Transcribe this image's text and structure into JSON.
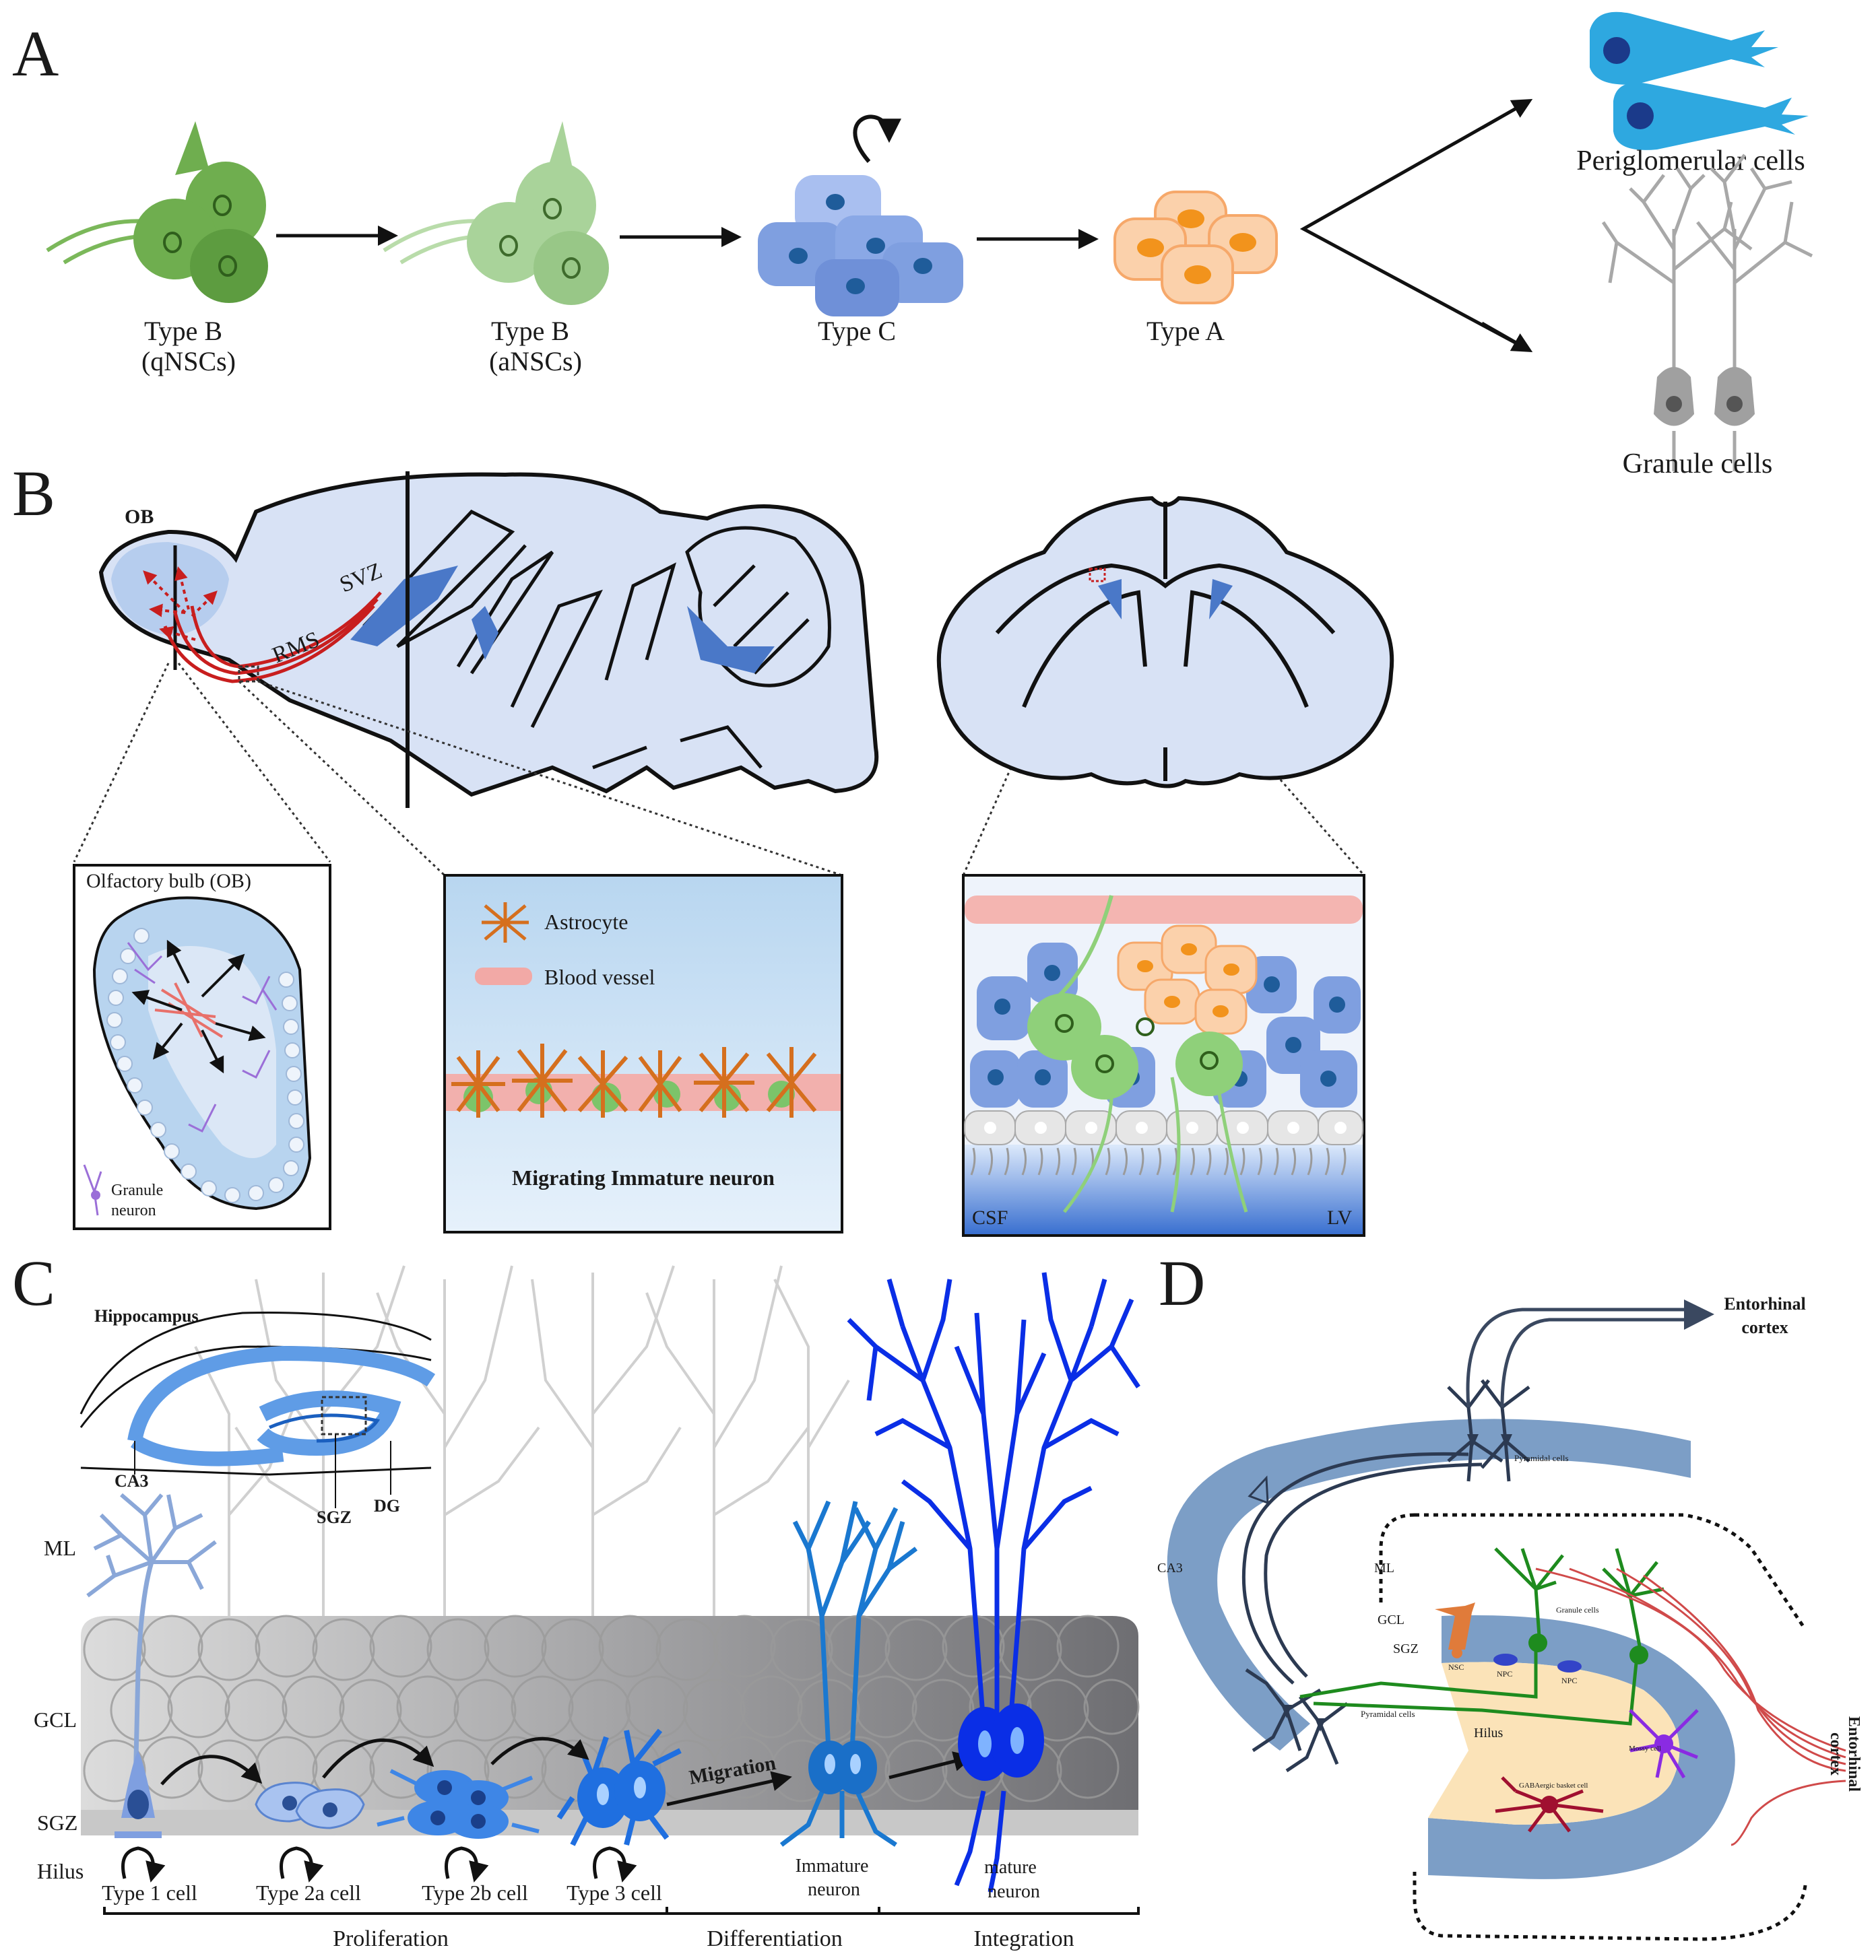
{
  "panel_letters": {
    "a": "A",
    "b": "B",
    "c": "C",
    "d": "D"
  },
  "panel_a": {
    "stages": [
      {
        "line1": "Type B",
        "line2": "(qNSCs)"
      },
      {
        "line1": "Type B",
        "line2": "(aNSCs)"
      },
      {
        "line1": "Type C",
        "line2": ""
      },
      {
        "line1": "Type A",
        "line2": ""
      }
    ],
    "outputs": [
      "Periglomerular cells",
      "Granule cells"
    ],
    "colors": {
      "typeB_q": "#6fae4f",
      "typeB_a": "#a9d39a",
      "typeC": "#7f9fe0",
      "typeA": "#f6a86a",
      "periglomerular": "#2ea8e0",
      "granule": "#9a9a9a"
    }
  },
  "panel_b": {
    "labels": {
      "ob": "OB",
      "svz": "SVZ",
      "rms": "RMS"
    },
    "inset_ob": {
      "title": "Olfactory bulb (OB)",
      "legend_line1": "Granule",
      "legend_line2": "neuron"
    },
    "inset_rms": {
      "astrocyte": "Astrocyte",
      "blood_vessel": "Blood vessel",
      "caption": "Migrating Immature neuron"
    },
    "inset_svz": {
      "csf": "CSF",
      "lv": "LV"
    }
  },
  "panel_c": {
    "hippocampus_title": "Hippocampus",
    "hippo_labels": {
      "ca3": "CA3",
      "sgz": "SGZ",
      "dg": "DG"
    },
    "layers": {
      "ml": "ML",
      "gcl": "GCL",
      "sgz": "SGZ",
      "hilus": "Hilus"
    },
    "migration": "Migration",
    "cells": [
      "Type 1 cell",
      "Type 2a cell",
      "Type 2b cell",
      "Type 3 cell"
    ],
    "immature_line1": "Immature",
    "immature_line2": "neuron",
    "mature_line1": "mature",
    "mature_line2": "neuron",
    "phases": [
      "Proliferation",
      "Differentiation",
      "Integration"
    ]
  },
  "panel_d": {
    "entorhinal_top_line1": "Entorhinal",
    "entorhinal_top_line2": "cortex",
    "entorhinal_side_line1": "Entorhinal",
    "entorhinal_side_line2": "cortex",
    "ca3": "CA3",
    "pyramidal_top": "Pyramidal cells",
    "pyramidal_bottom": "Pyramidal cells",
    "ml": "ML",
    "gcl": "GCL",
    "sgz": "SGZ",
    "hilus": "Hilus",
    "granule": "Granule cells",
    "nsc": "NSC",
    "npc1": "NPC",
    "npc2": "NPC",
    "mossy": "Mossy cell",
    "gaba": "GABAergic basket cell"
  }
}
